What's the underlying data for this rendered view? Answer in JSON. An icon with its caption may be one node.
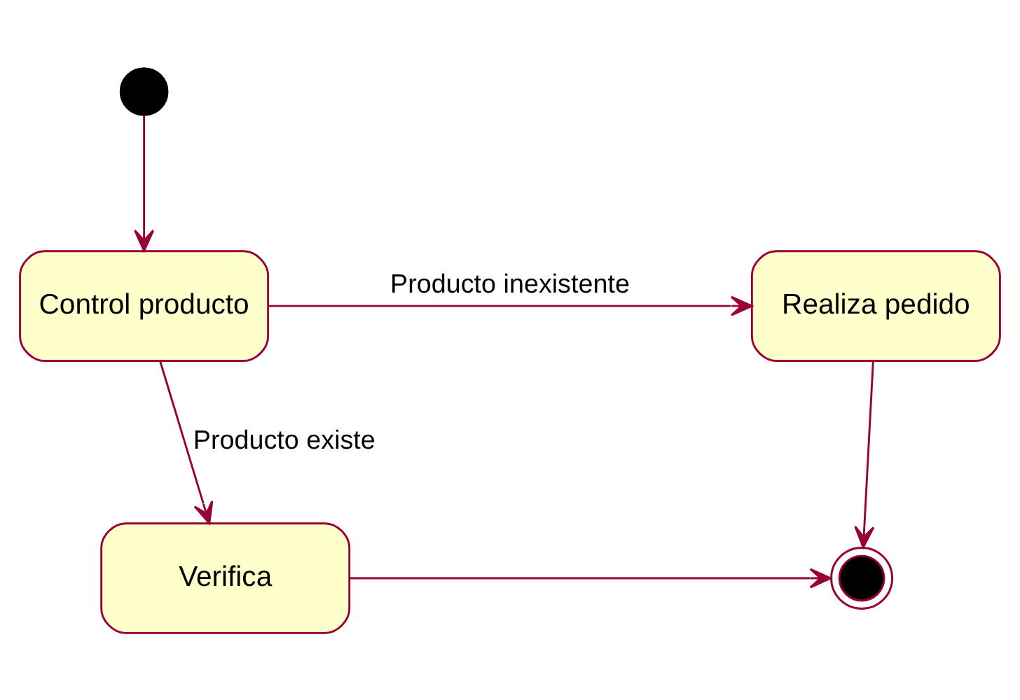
{
  "diagram": {
    "nodes": [
      {
        "text": [],
        "shape": "circle"
      },
      {
        "text": [
          "Realiza pedido"
        ]
      },
      {
        "text": [
          "Control producto"
        ]
      },
      {
        "text": [
          "Verifica"
        ]
      },
      {
        "text": [],
        "shape": "circle"
      }
    ],
    "edges": [
      {
        "from": 0,
        "to": 2,
        "arrow": "to"
      },
      {
        "from": 2,
        "to": 1,
        "arrow": "to",
        "label": "Producto inexistente"
      },
      {
        "from": 2,
        "to": 3,
        "arrow": "to",
        "label": "Producto existe"
      },
      {
        "from": 1,
        "to": 4,
        "arrow": "to"
      },
      {
        "from": 3,
        "to": 4,
        "arrow": "to"
      }
    ]
  }
}
